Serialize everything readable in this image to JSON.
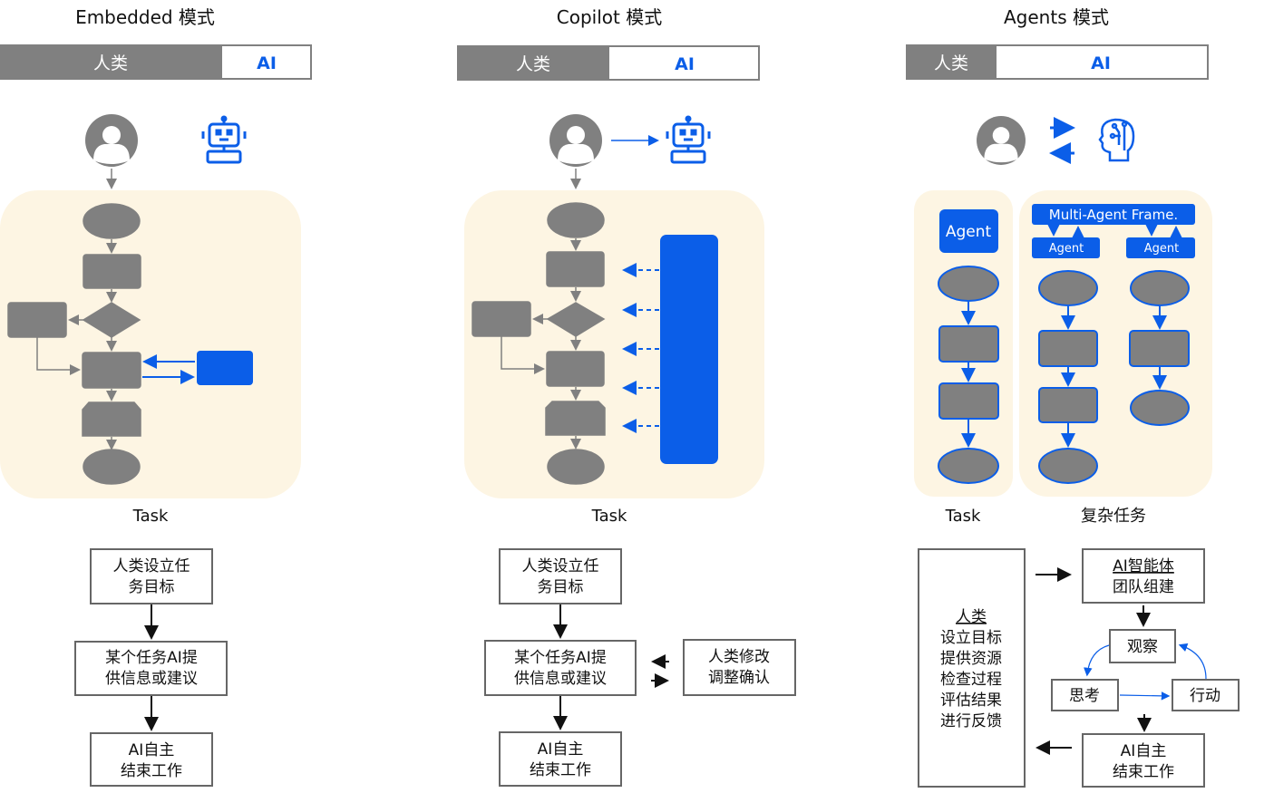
{
  "colors": {
    "human_gray": "#808080",
    "ai_blue": "#0b5ee8",
    "task_bg": "#fdf5e3"
  },
  "panels": [
    {
      "title": "Embedded 模式",
      "bar": {
        "human": "人类",
        "ai": "AI",
        "human_share": 0.71
      },
      "task_label": "Task",
      "steps": [
        [
          "人类设立任",
          "务目标"
        ],
        [
          "某个任务AI提",
          "供信息或建议"
        ],
        [
          "AI自主",
          "结束工作"
        ]
      ]
    },
    {
      "title": "Copilot 模式",
      "bar": {
        "human": "人类",
        "ai": "AI",
        "human_share": 0.5
      },
      "task_label": "Task",
      "steps": [
        [
          "人类设立任",
          "务目标"
        ],
        [
          "某个任务AI提",
          "供信息或建议"
        ],
        [
          "AI自主",
          "结束工作"
        ]
      ],
      "side_step": [
        "人类修改",
        "调整确认"
      ]
    },
    {
      "title": "Agents 模式",
      "bar": {
        "human": "人类",
        "ai": "AI",
        "human_share": 0.3
      },
      "task_label": "Task",
      "complex_task_label": "复杂任务",
      "agent_label": "Agent",
      "frame_label": "Multi-Agent Frame.",
      "human_box": [
        "人类",
        "设立目标",
        "提供资源",
        "检查过程",
        "评估结果",
        "进行反馈"
      ],
      "team_box": [
        "AI智能体",
        "团队组建"
      ],
      "loop": {
        "observe": "观察",
        "think": "思考",
        "act": "行动"
      },
      "end_box": [
        "AI自主",
        "结束工作"
      ]
    }
  ]
}
